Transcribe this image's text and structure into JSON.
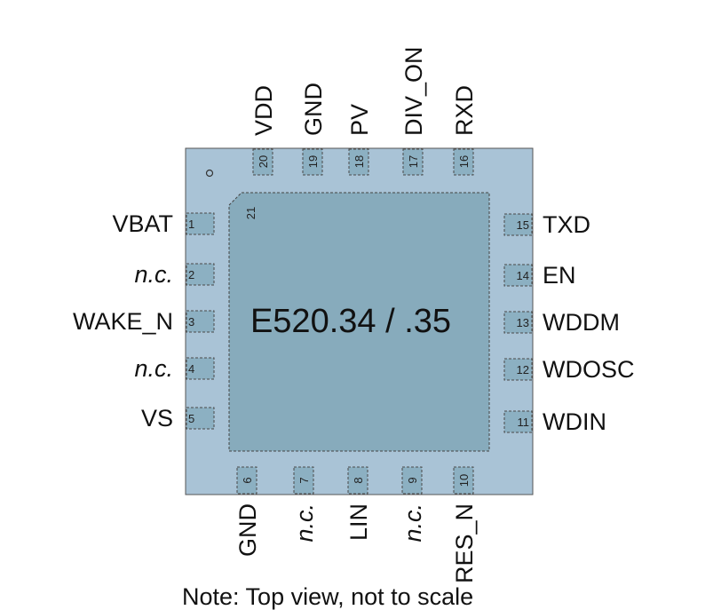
{
  "package": {
    "title": "E520.34 / .35",
    "body_color": "#a9c3d6",
    "paddle_color": "#87abbc",
    "pad_color": "#8cb0c2",
    "exposed_pad_number": "21"
  },
  "pins": {
    "left": [
      {
        "num": "1",
        "name": "VBAT",
        "italic": false
      },
      {
        "num": "2",
        "name": "n.c.",
        "italic": true
      },
      {
        "num": "3",
        "name": "WAKE_N",
        "italic": false
      },
      {
        "num": "4",
        "name": "n.c.",
        "italic": true
      },
      {
        "num": "5",
        "name": "VS",
        "italic": false
      }
    ],
    "bottom": [
      {
        "num": "6",
        "name": "GND",
        "italic": false
      },
      {
        "num": "7",
        "name": "n.c.",
        "italic": true
      },
      {
        "num": "8",
        "name": "LIN",
        "italic": false
      },
      {
        "num": "9",
        "name": "n.c.",
        "italic": true
      },
      {
        "num": "10",
        "name": "RES_N",
        "italic": false
      }
    ],
    "right": [
      {
        "num": "11",
        "name": "WDIN",
        "italic": false
      },
      {
        "num": "12",
        "name": "WDOSC",
        "italic": false
      },
      {
        "num": "13",
        "name": "WDDM",
        "italic": false
      },
      {
        "num": "14",
        "name": "EN",
        "italic": false
      },
      {
        "num": "15",
        "name": "TXD",
        "italic": false
      }
    ],
    "top": [
      {
        "num": "16",
        "name": "RXD",
        "italic": false
      },
      {
        "num": "17",
        "name": "DIV_ON",
        "italic": false
      },
      {
        "num": "18",
        "name": "PV",
        "italic": false
      },
      {
        "num": "19",
        "name": "GND",
        "italic": false
      },
      {
        "num": "20",
        "name": "VDD",
        "italic": false
      }
    ]
  },
  "footnote": "Note: Top view, not to scale"
}
